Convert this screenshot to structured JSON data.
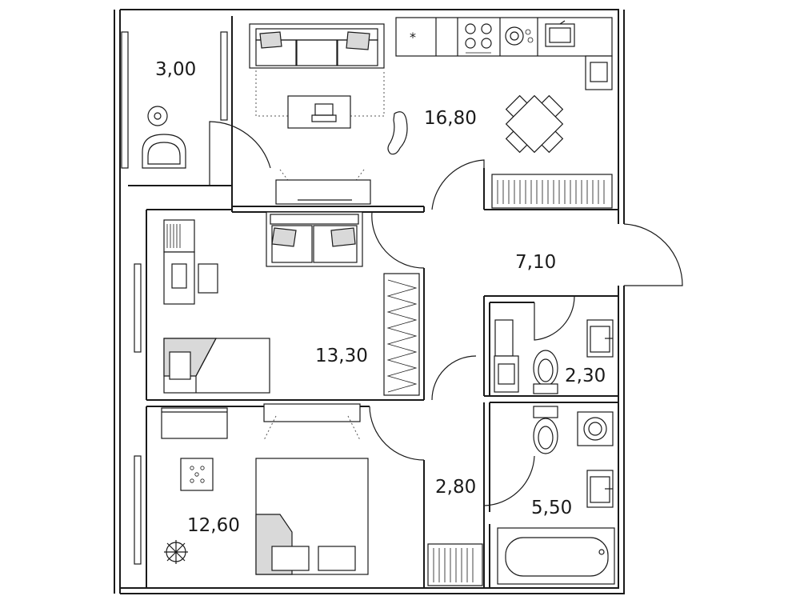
{
  "floor_plan": {
    "rooms": [
      {
        "id": "balcony",
        "label": "3,00"
      },
      {
        "id": "living-kitchen",
        "label": "16,80"
      },
      {
        "id": "hallway",
        "label": "7,10"
      },
      {
        "id": "bedroom-1",
        "label": "13,30"
      },
      {
        "id": "wc",
        "label": "2,30"
      },
      {
        "id": "corridor",
        "label": "2,80"
      },
      {
        "id": "bathroom",
        "label": "5,50"
      },
      {
        "id": "bedroom-2",
        "label": "12,60"
      }
    ],
    "colors": {
      "line": "#1a1a1a",
      "background": "#ffffff",
      "accent": "#d9d9d9"
    }
  }
}
